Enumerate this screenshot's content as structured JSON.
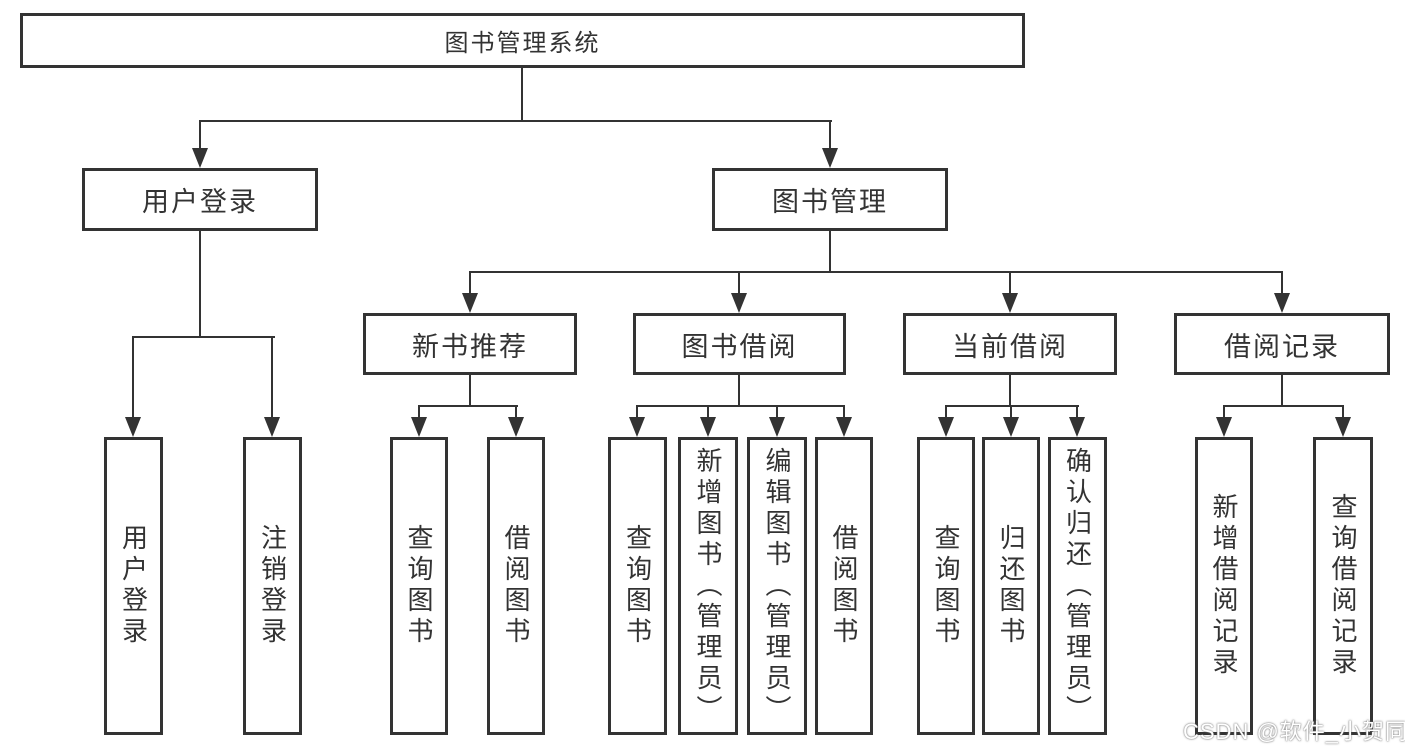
{
  "diagram": {
    "root": {
      "label": "图书管理系统"
    },
    "branches": [
      {
        "label": "用户登录",
        "children": [
          {
            "label": "用户登录"
          },
          {
            "label": "注销登录"
          }
        ]
      },
      {
        "label": "图书管理",
        "children": [
          {
            "label": "新书推荐",
            "children": [
              {
                "label": "查询图书"
              },
              {
                "label": "借阅图书"
              }
            ]
          },
          {
            "label": "图书借阅",
            "children": [
              {
                "label": "查询图书"
              },
              {
                "label": "新增图书（管理员）"
              },
              {
                "label": "编辑图书（管理员）"
              },
              {
                "label": "借阅图书"
              }
            ]
          },
          {
            "label": "当前借阅",
            "children": [
              {
                "label": "查询图书"
              },
              {
                "label": "归还图书"
              },
              {
                "label": "确认归还（管理员）"
              }
            ]
          },
          {
            "label": "借阅记录",
            "children": [
              {
                "label": "新增借阅记录"
              },
              {
                "label": "查询借阅记录"
              }
            ]
          }
        ]
      }
    ]
  },
  "watermark": {
    "text": "CSDN @软件_小贺同学"
  },
  "colors": {
    "line": "#333333",
    "text": "#333333",
    "background": "#ffffff"
  }
}
